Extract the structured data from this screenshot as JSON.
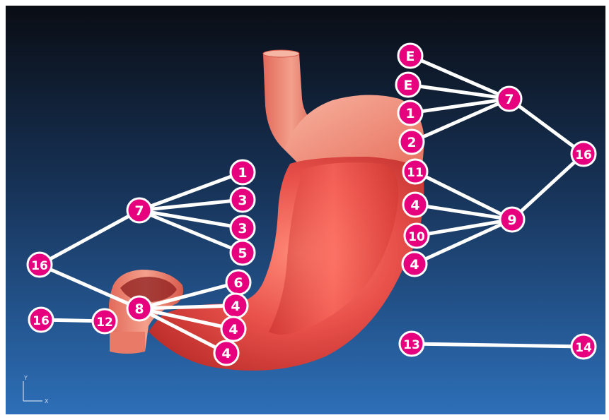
{
  "diagram": {
    "colors": {
      "node_fill": "#e6007e",
      "node_stroke": "#ffffff",
      "node_text": "#ffffff",
      "connector": "#ffffff",
      "background_top": "#0a0d14",
      "background_bottom": "#2d6fb8",
      "organ_main": "#e8504a",
      "organ_light": "#f29a85",
      "organ_dark": "#c42d2a"
    },
    "nodes": [
      {
        "id": "e_top",
        "label": "E"
      },
      {
        "id": "e_second",
        "label": "E"
      },
      {
        "id": "one_right",
        "label": "1"
      },
      {
        "id": "two_right",
        "label": "2"
      },
      {
        "id": "seven_right",
        "label": "7"
      },
      {
        "id": "sixteen_right",
        "label": "16"
      },
      {
        "id": "eleven_right",
        "label": "11"
      },
      {
        "id": "four_right_a",
        "label": "4"
      },
      {
        "id": "nine_right",
        "label": "9"
      },
      {
        "id": "ten_right",
        "label": "10"
      },
      {
        "id": "four_right_b",
        "label": "4"
      },
      {
        "id": "thirteen",
        "label": "13"
      },
      {
        "id": "fourteen",
        "label": "14"
      },
      {
        "id": "one_left",
        "label": "1"
      },
      {
        "id": "three_left_a",
        "label": "3"
      },
      {
        "id": "seven_left",
        "label": "7"
      },
      {
        "id": "three_left_b",
        "label": "3"
      },
      {
        "id": "five_left",
        "label": "5"
      },
      {
        "id": "sixteen_left",
        "label": "16"
      },
      {
        "id": "six_left",
        "label": "6"
      },
      {
        "id": "eight_left",
        "label": "8"
      },
      {
        "id": "four_left_a",
        "label": "4"
      },
      {
        "id": "sixteen_bottom",
        "label": "16"
      },
      {
        "id": "twelve",
        "label": "12"
      },
      {
        "id": "four_left_b",
        "label": "4"
      },
      {
        "id": "four_left_c",
        "label": "4"
      }
    ],
    "edges": [
      [
        "e_top",
        "seven_right"
      ],
      [
        "e_second",
        "seven_right"
      ],
      [
        "one_right",
        "seven_right"
      ],
      [
        "two_right",
        "seven_right"
      ],
      [
        "seven_right",
        "sixteen_right"
      ],
      [
        "sixteen_right",
        "nine_right"
      ],
      [
        "eleven_right",
        "nine_right"
      ],
      [
        "four_right_a",
        "nine_right"
      ],
      [
        "ten_right",
        "nine_right"
      ],
      [
        "four_right_b",
        "nine_right"
      ],
      [
        "thirteen",
        "fourteen"
      ],
      [
        "seven_left",
        "one_left"
      ],
      [
        "seven_left",
        "three_left_a"
      ],
      [
        "seven_left",
        "three_left_b"
      ],
      [
        "seven_left",
        "five_left"
      ],
      [
        "sixteen_left",
        "seven_left"
      ],
      [
        "sixteen_left",
        "eight_left"
      ],
      [
        "eight_left",
        "six_left"
      ],
      [
        "eight_left",
        "four_left_a"
      ],
      [
        "eight_left",
        "four_left_b"
      ],
      [
        "eight_left",
        "four_left_c"
      ],
      [
        "sixteen_bottom",
        "twelve"
      ]
    ],
    "axis_triad": {
      "y_label": "Y",
      "x_label": "X"
    }
  }
}
